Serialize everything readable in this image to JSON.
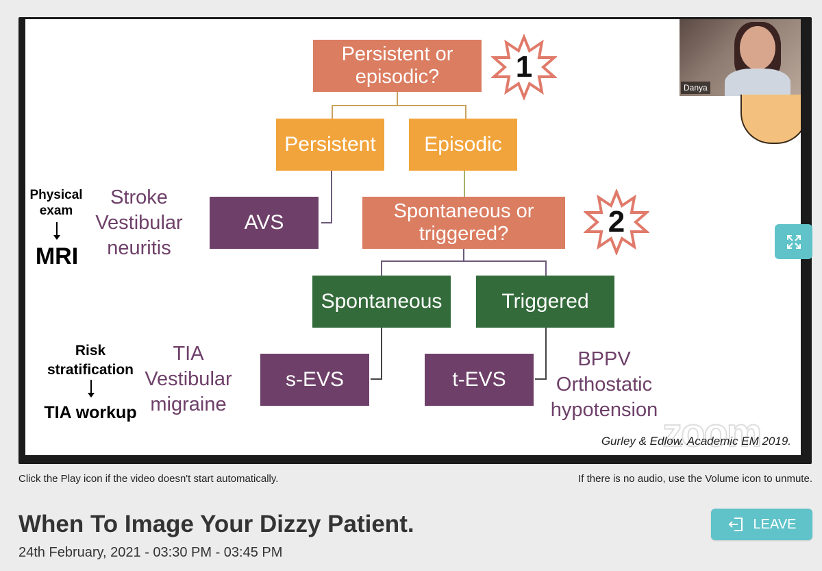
{
  "slide": {
    "q1": "Persistent or episodic?",
    "q1_badge": "1",
    "persistent": "Persistent",
    "episodic": "Episodic",
    "avs": "AVS",
    "q2": "Spontaneous or triggered?",
    "q2_badge": "2",
    "spontaneous": "Spontaneous",
    "triggered": "Triggered",
    "s_evs": "s-EVS",
    "t_evs": "t-EVS",
    "left_top_exam": "Physical exam",
    "left_top_mri": "MRI",
    "left_top_causes": "Stroke Vestibular neuritis",
    "left_bottom_risk": "Risk stratification",
    "left_bottom_workup": "TIA workup",
    "left_bottom_causes": "TIA Vestibular migraine",
    "right_bottom_causes": "BPPV Orthostatic hypotension",
    "citation": "Gurley & Edlow. Academic EM 2019.",
    "watermark": "zoom"
  },
  "webcam": {
    "name": "Danya"
  },
  "hints": {
    "play": "Click the Play icon if the video doesn't start automatically.",
    "audio": "If there is no audio, use the Volume icon to unmute."
  },
  "session": {
    "title": "When To Image Your Dizzy Patient.",
    "datetime": "24th February, 2021 - 03:30 PM - 03:45 PM"
  },
  "buttons": {
    "leave": "LEAVE"
  },
  "icons": {
    "expand": "expand-icon",
    "leave": "exit-door-icon"
  },
  "colors": {
    "accent": "#5fc3c9",
    "salmon": "#db7d61",
    "orange": "#f2a43c",
    "purple": "#6e4069",
    "green": "#336b3a"
  }
}
